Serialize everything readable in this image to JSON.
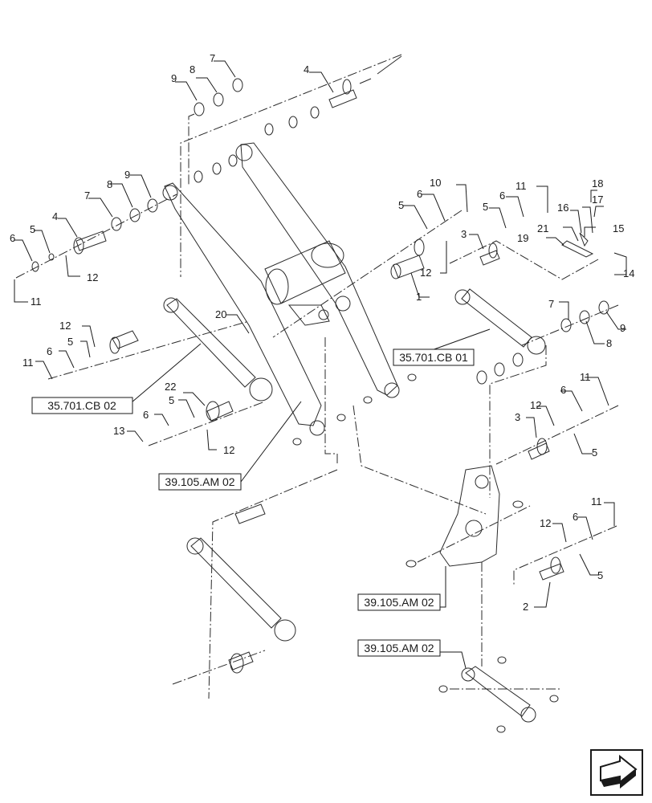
{
  "callouts": [
    "1",
    "2",
    "3",
    "4",
    "5",
    "6",
    "7",
    "8",
    "9",
    "10",
    "11",
    "12",
    "13",
    "14",
    "15",
    "16",
    "17",
    "18",
    "19",
    "20",
    "21",
    "22"
  ],
  "references": [
    "35.701.CB 01",
    "35.701.CB 02",
    "39.105.AM 02"
  ],
  "nav_icon": "next-page-arrow-icon"
}
